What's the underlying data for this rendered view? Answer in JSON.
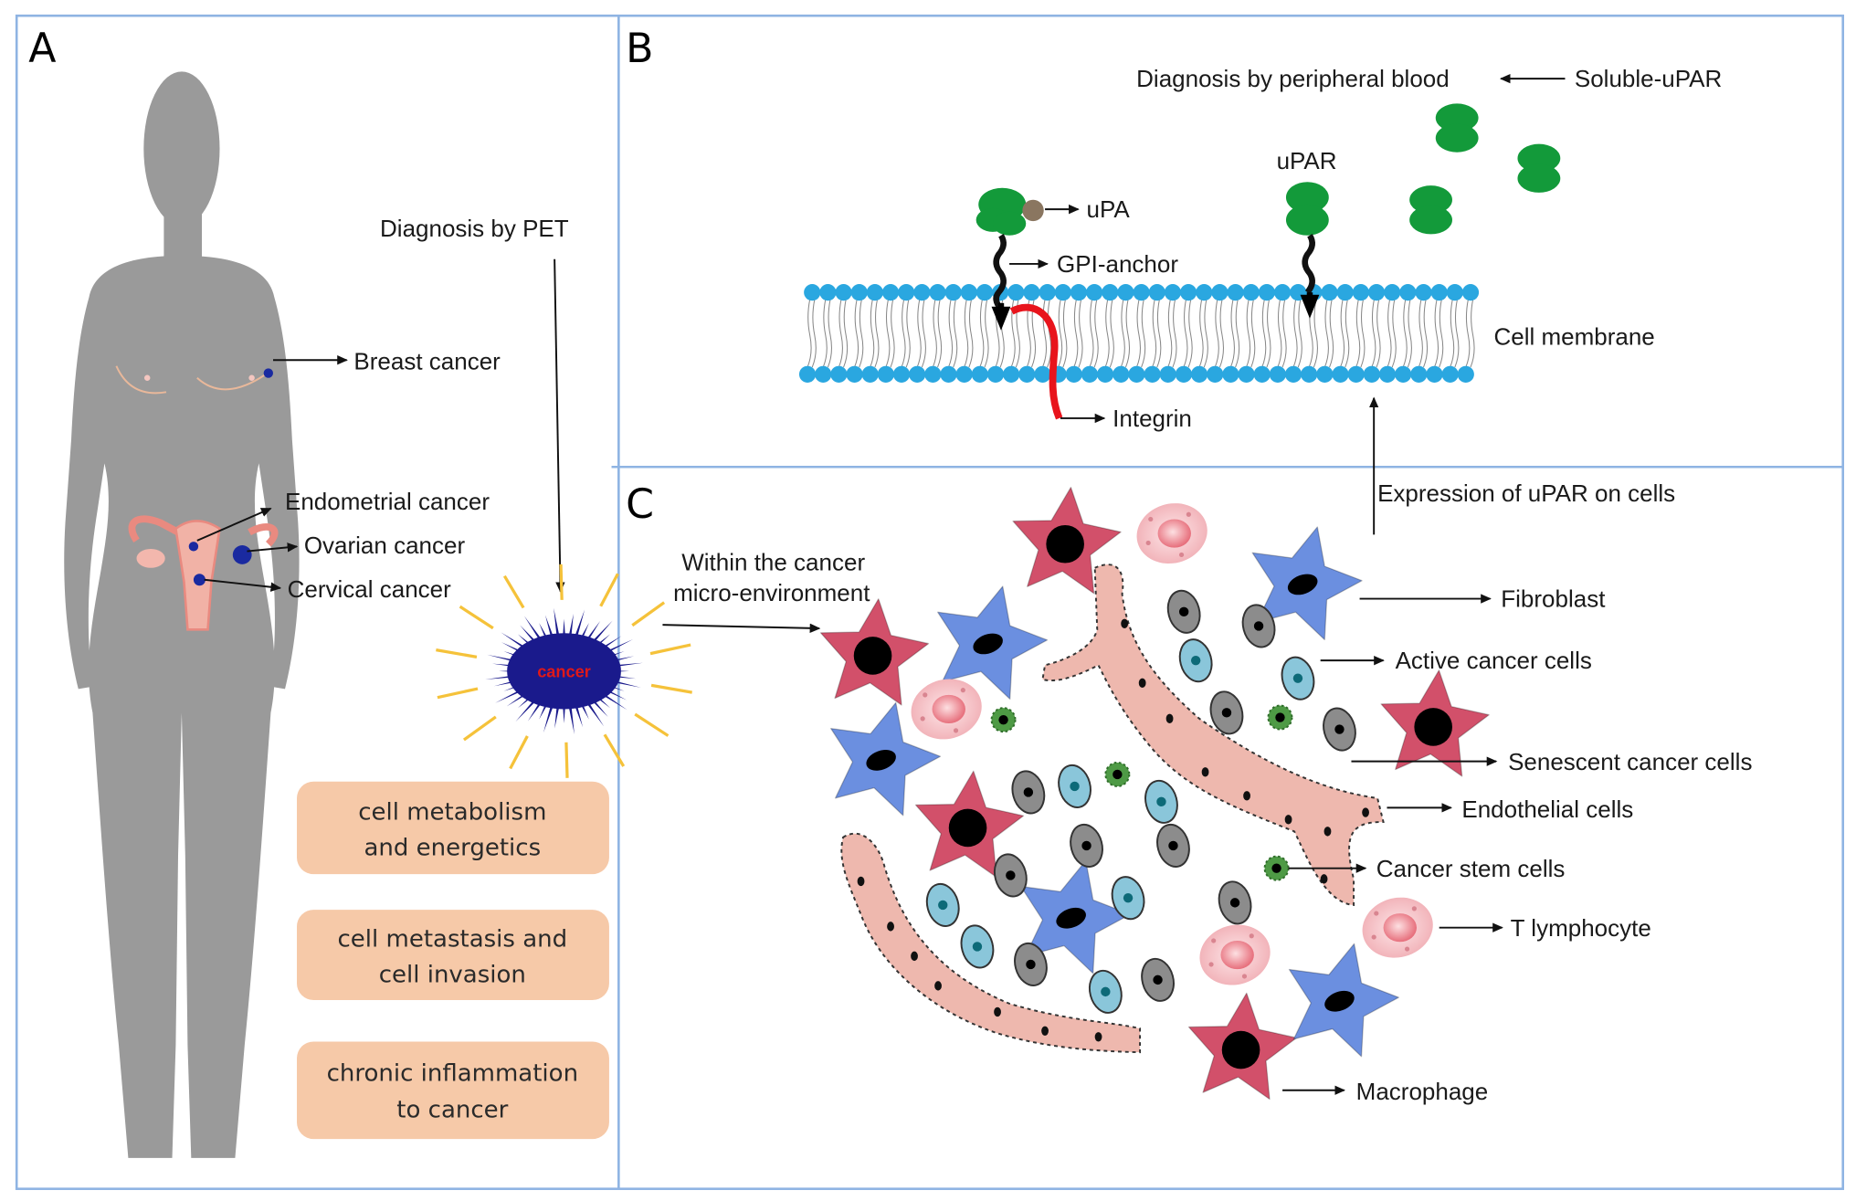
{
  "figure": {
    "panels": {
      "A": {
        "letter": "A",
        "pet_label": "Diagnosis by PET",
        "cancer_label": "cancer",
        "sites": [
          {
            "id": "breast",
            "label": "Breast cancer"
          },
          {
            "id": "endometrial",
            "label": "Endometrial cancer"
          },
          {
            "id": "ovarian",
            "label": "Ovarian cancer"
          },
          {
            "id": "cervical",
            "label": "Cervical cancer"
          }
        ],
        "processes": [
          {
            "line1": "cell metabolism",
            "line2": "and energetics"
          },
          {
            "line1": "cell metastasis and",
            "line2": "cell invasion"
          },
          {
            "line1": "chronic inflammation",
            "line2": "to cancer"
          }
        ]
      },
      "B": {
        "letter": "B",
        "blood_diagnosis": "Diagnosis by peripheral blood",
        "soluble_upar": "Soluble-uPAR",
        "upar": "uPAR",
        "upa": "uPA",
        "gpi_anchor": "GPI-anchor",
        "cell_membrane": "Cell membrane",
        "integrin": "Integrin"
      },
      "C": {
        "letter": "C",
        "microenv_line1": "Within the cancer",
        "microenv_line2": "micro-environment",
        "expression": "Expression of uPAR on cells",
        "cell_types": [
          {
            "id": "fibroblast",
            "label": "Fibroblast"
          },
          {
            "id": "active",
            "label": "Active cancer cells"
          },
          {
            "id": "senescent",
            "label": "Senescent cancer cells"
          },
          {
            "id": "endothelial",
            "label": "Endothelial cells"
          },
          {
            "id": "stem",
            "label": "Cancer stem cells"
          },
          {
            "id": "tcell",
            "label": "T lymphocyte"
          },
          {
            "id": "macrophage",
            "label": "Macrophage"
          }
        ]
      }
    },
    "colors": {
      "border": "#8fb4e3",
      "silhouette": "#9a9a9a",
      "box_fill": "#f6c9a8",
      "upar_green": "#139a3a",
      "lipid_blue": "#2aa7e0",
      "integrin_red": "#e8141c",
      "macrophage": "#d2506a",
      "fibroblast": "#6b8fe0",
      "tcell": "#f4b7bd",
      "active_cell": "#8ac6da",
      "senescent_cell": "#8c8c8c",
      "stem_cell": "#4e9a45",
      "vessel": "#eeb8ae",
      "tumor": "#1a1a8c",
      "ray": "#f5c23a"
    }
  }
}
